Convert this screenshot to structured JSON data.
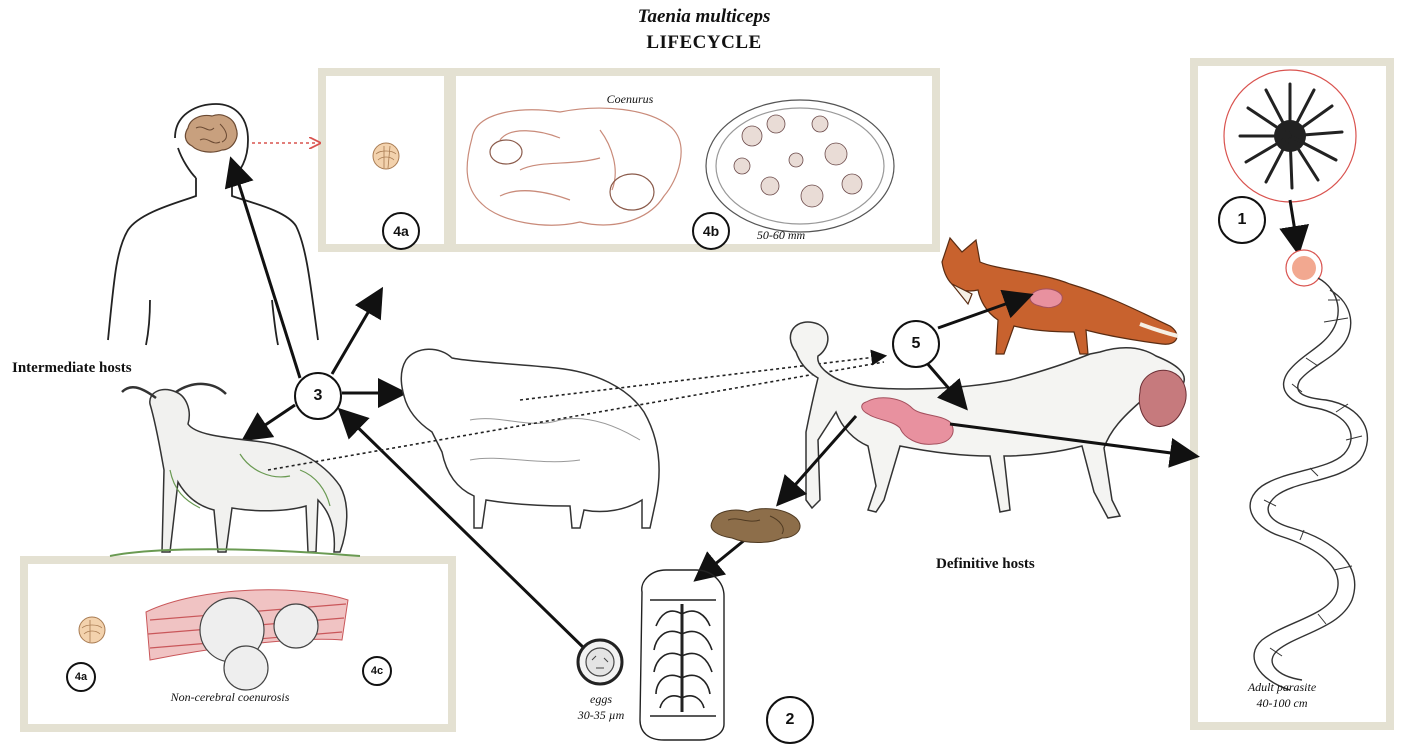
{
  "title": {
    "species": "Taenia multiceps",
    "subtitle": "LIFECYCLE"
  },
  "labels": {
    "intermediate_hosts": "Intermediate hosts",
    "definitive_hosts": "Definitive hosts",
    "coenurus": "Coenurus",
    "coenurus_size": "50-60 mm",
    "non_cerebral": "Non-cerebral coenurosis",
    "eggs": "eggs",
    "eggs_size": "30-35 µm",
    "adult_parasite": "Adult parasite",
    "adult_size": "40-100 cm"
  },
  "steps": {
    "s1": "1",
    "s2": "2",
    "s3": "3",
    "s4a_top": "4a",
    "s4b": "4b",
    "s4a_bottom": "4a",
    "s4c": "4c",
    "s5": "5"
  },
  "colors": {
    "panel_border": "#e4e1d2",
    "brain": "#c8a07e",
    "scolex_pink": "#f2a890",
    "fox_orange": "#c8622e",
    "intestine_pink": "#e8919f",
    "cyst_line": "#c98b7a",
    "muscle_red": "#c9575a",
    "feces_brown": "#8d6e4a",
    "dotted_red": "#d9534f"
  }
}
